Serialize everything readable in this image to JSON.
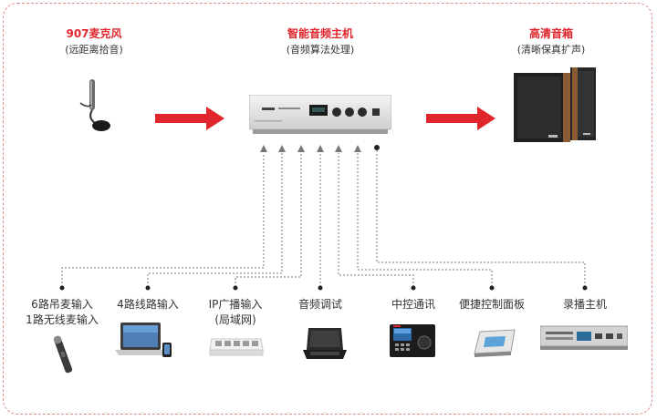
{
  "top_nodes": {
    "microphone": {
      "title": "907麦克风",
      "subtitle": "(远距离拾音)"
    },
    "host": {
      "title": "智能音频主机",
      "subtitle": "(音频算法处理)"
    },
    "speaker": {
      "title": "高清音箱",
      "subtitle": "(清晰保真扩声)"
    }
  },
  "bottom_nodes": [
    {
      "line1": "6路吊麦输入",
      "line2": "1路无线麦输入"
    },
    {
      "line1": "4路线路输入",
      "line2": ""
    },
    {
      "line1": "IP广播输入",
      "line2": "(局域网)"
    },
    {
      "line1": "音频调试",
      "line2": ""
    },
    {
      "line1": "中控通讯",
      "line2": ""
    },
    {
      "line1": "便捷控制面板",
      "line2": ""
    },
    {
      "line1": "录播主机",
      "line2": ""
    }
  ],
  "colors": {
    "accent": "#e0262c",
    "frame": "#e48a8a",
    "connector": "#666666"
  }
}
